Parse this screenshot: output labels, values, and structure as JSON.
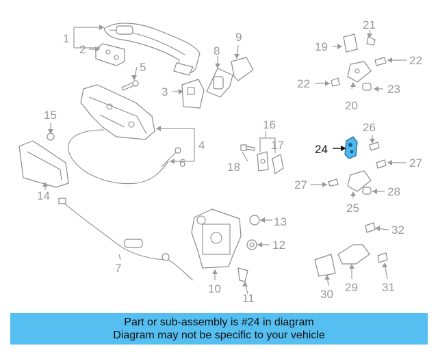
{
  "highlight_color": "#4fb8ee",
  "banner_color": "#55bff2",
  "callouts": [
    "1",
    "2",
    "3",
    "4",
    "5",
    "6",
    "7",
    "8",
    "9",
    "10",
    "11",
    "12",
    "13",
    "14",
    "15",
    "16",
    "17",
    "18",
    "19",
    "20",
    "21",
    "22",
    "22",
    "23",
    "24",
    "25",
    "26",
    "27",
    "27",
    "28",
    "29",
    "30",
    "31",
    "32"
  ],
  "highlighted_callout": "24",
  "banner": {
    "line1": "Part or sub-assembly is #24 in diagram",
    "line2": "Diagram may not be specific to your vehicle"
  }
}
